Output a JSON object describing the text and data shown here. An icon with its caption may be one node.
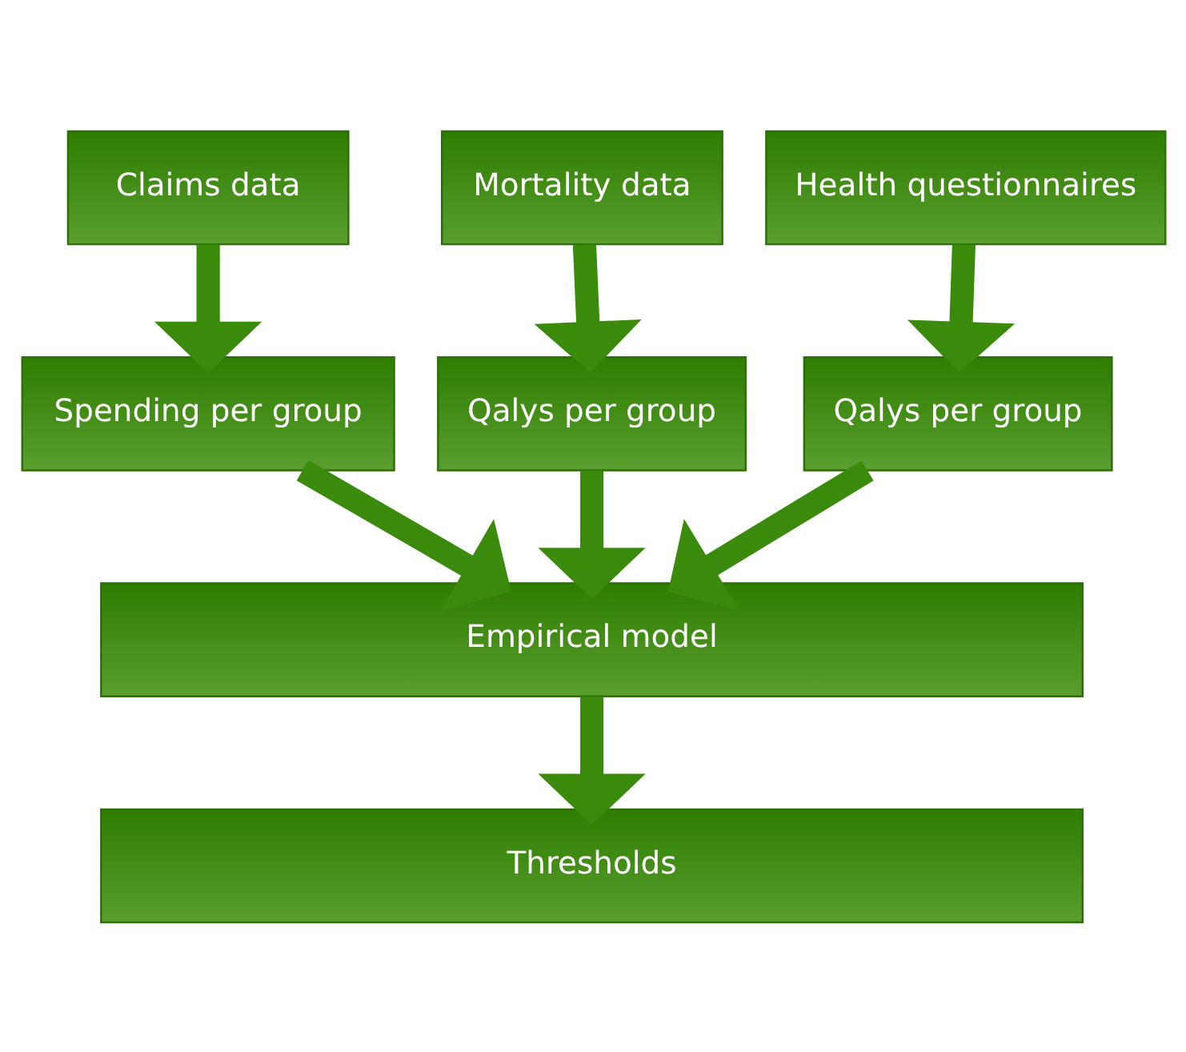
{
  "diagram": {
    "nodes": [
      {
        "text": [
          "Claims data"
        ]
      },
      {
        "text": [
          "Mortality data"
        ]
      },
      {
        "text": [
          "Health questionnaires"
        ]
      },
      {
        "text": [
          "Spending per group"
        ]
      },
      {
        "text": [
          "Qalys per group"
        ]
      },
      {
        "text": [
          "Qalys per group"
        ]
      },
      {
        "text": [
          "Empirical model"
        ]
      },
      {
        "text": [
          "Thresholds"
        ]
      }
    ],
    "edges": [
      {
        "from": 0,
        "to": 3,
        "arrow": "to"
      },
      {
        "from": 1,
        "to": 4,
        "arrow": "to"
      },
      {
        "from": 2,
        "to": 5,
        "arrow": "to"
      },
      {
        "from": 3,
        "to": 6,
        "arrow": "to"
      },
      {
        "from": 4,
        "to": 6,
        "arrow": "to"
      },
      {
        "from": 5,
        "to": 6,
        "arrow": "to"
      },
      {
        "from": 6,
        "to": 7,
        "arrow": "to"
      }
    ]
  }
}
